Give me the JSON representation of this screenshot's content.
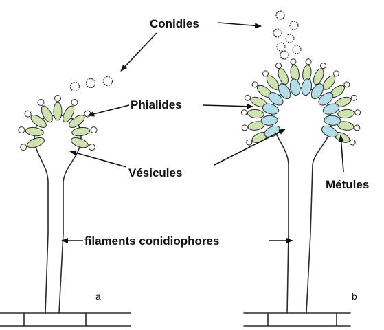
{
  "labels": {
    "conidies": "Conidies",
    "phialides": "Phialides",
    "vesicules": "Vésicules",
    "metules": "Métules",
    "filaments": "filaments conidiophores"
  },
  "panels": {
    "a": "a",
    "b": "b"
  },
  "colors": {
    "phialide_fill": "#cfe3b0",
    "metule_fill": "#b3dde8",
    "outline": "#2a2a2a",
    "conidia_fill": "#ffffff"
  }
}
